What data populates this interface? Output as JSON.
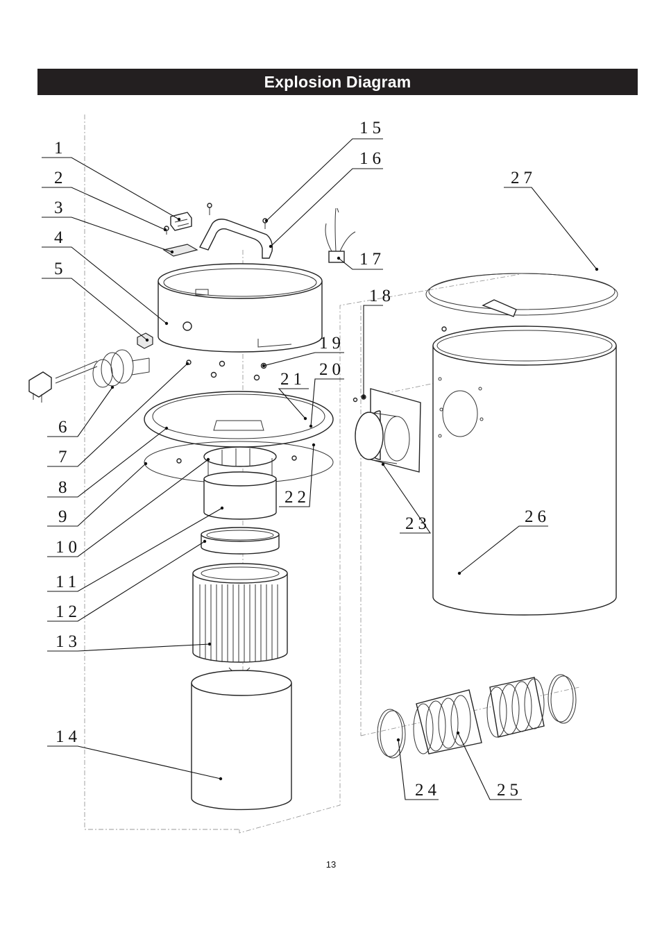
{
  "header": {
    "title": "Explosion Diagram"
  },
  "diagram": {
    "callouts": [
      "1",
      "2",
      "3",
      "4",
      "5",
      "6",
      "7",
      "8",
      "9",
      "10",
      "11",
      "12",
      "13",
      "14",
      "15",
      "16",
      "17",
      "18",
      "19",
      "20",
      "21",
      "22",
      "23",
      "24",
      "25",
      "26",
      "27"
    ]
  },
  "footer": {
    "page_number": "13"
  }
}
